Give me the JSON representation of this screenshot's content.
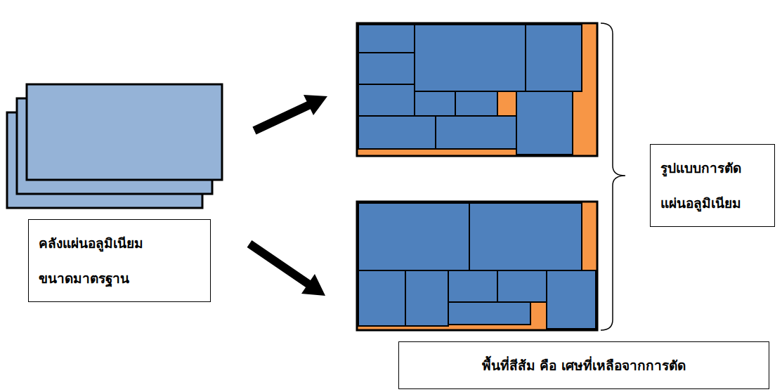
{
  "diagram": {
    "nodes": [
      {
        "text": [
          "คลังแผ่นอลูมิเนียม ขนาดมาตรฐาน"
        ]
      },
      {
        "text": [
          "รูปแบบการตัด แผ่นอลูมิเนียม"
        ]
      },
      {
        "text": [
          "พื้นที่สีส้ม คือ เศษที่เหลือจากการตัด"
        ]
      }
    ]
  }
}
